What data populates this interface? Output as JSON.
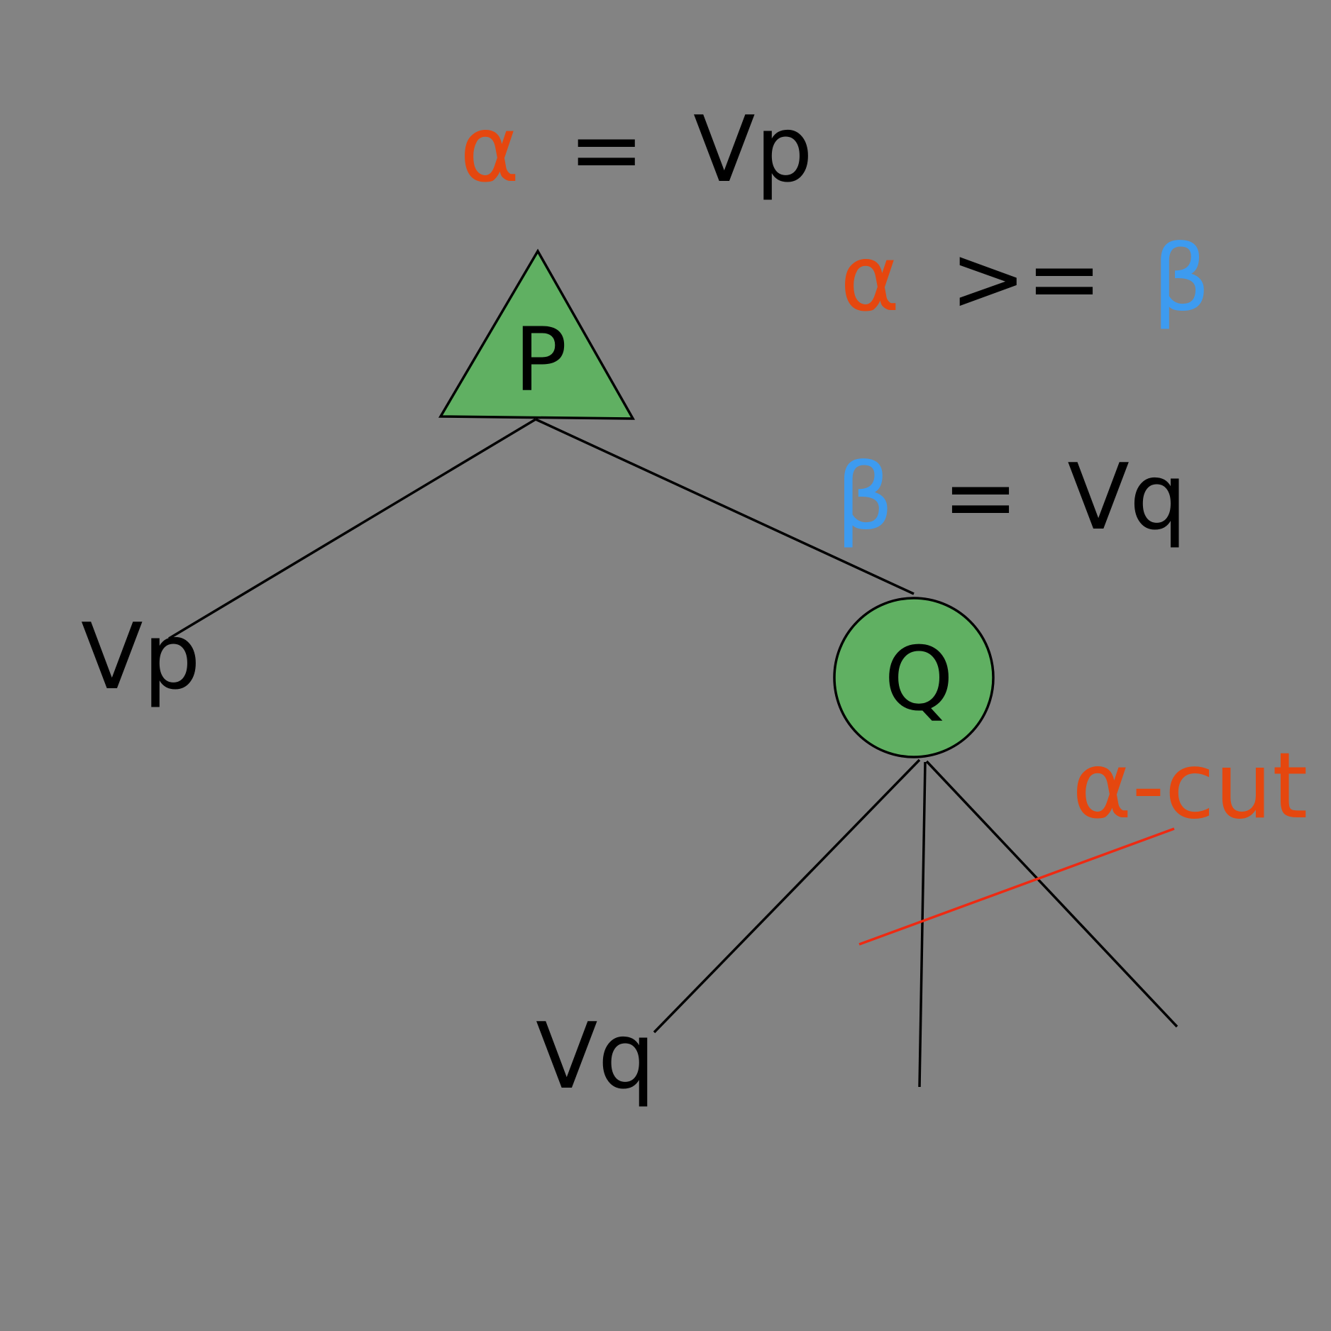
{
  "colors": {
    "background": "#838383",
    "alpha": "#e5470f",
    "beta": "#3d9bf0",
    "node_fill": "#60b062",
    "cut_line": "#ee2a12",
    "ink": "#000000"
  },
  "equations": {
    "alpha_assign": {
      "symbol": "α",
      "operator": "=",
      "value": "Vp"
    },
    "condition": {
      "left": "α",
      "operator": ">=",
      "right": "β"
    },
    "beta_assign": {
      "symbol": "β",
      "operator": "=",
      "value": "Vq"
    }
  },
  "nodes": {
    "p": {
      "label": "P",
      "shape": "triangle"
    },
    "q": {
      "label": "Q",
      "shape": "circle"
    }
  },
  "leaves": {
    "left": "Vp",
    "q_first": "Vq"
  },
  "cut_label": "α-cut"
}
